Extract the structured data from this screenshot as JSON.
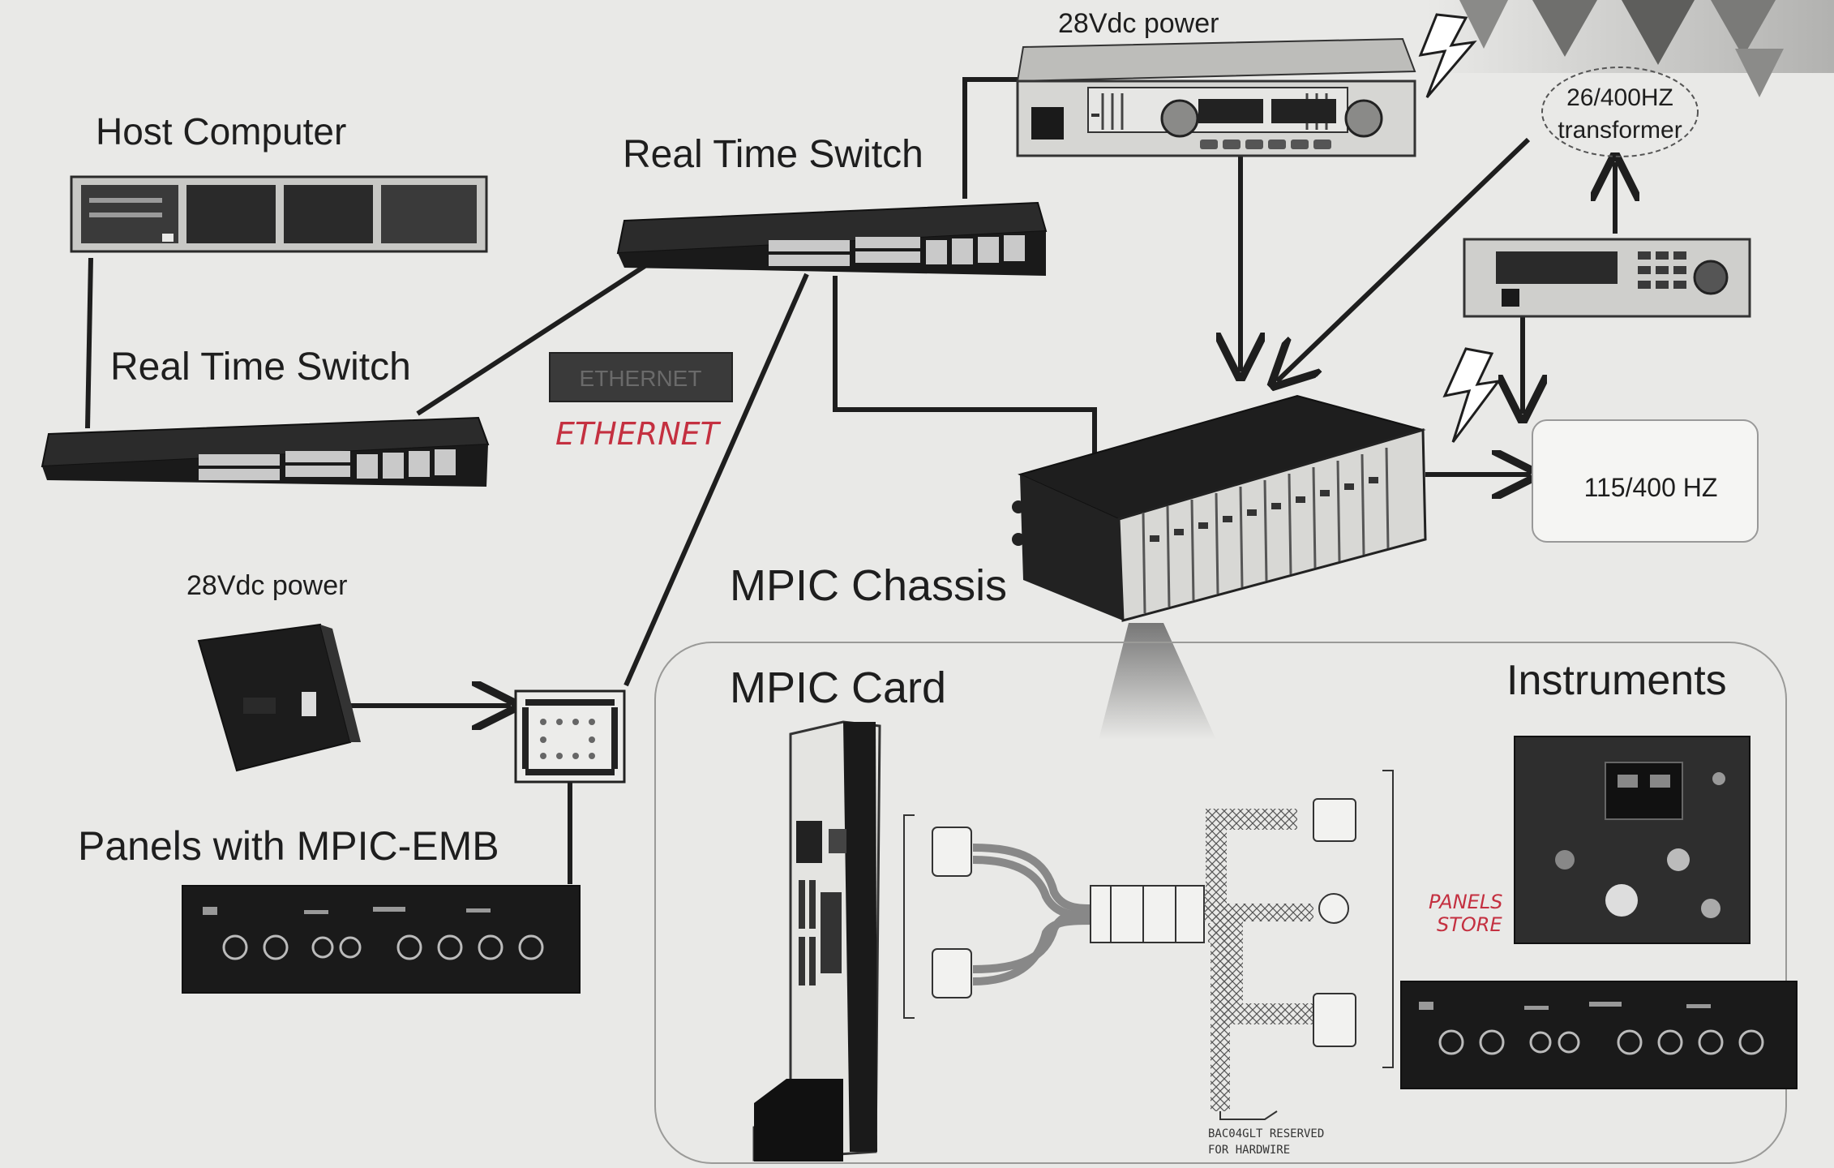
{
  "labels": {
    "host_computer": "Host Computer",
    "real_time_switch_left": "Real Time Switch",
    "real_time_switch_top": "Real Time Switch",
    "power_top": "28Vdc power",
    "power_left": "28Vdc power",
    "transformer_line1": "26/400HZ",
    "transformer_line2": "transformer",
    "output_115": "115/400 HZ",
    "ethernet_box": "ETHERNET",
    "ethernet_handwritten": "ETHERNET",
    "mpic_chassis": "MPIC Chassis",
    "mpic_card": "MPIC Card",
    "instruments": "Instruments",
    "panels_with_emb": "Panels with MPIC-EMB",
    "panels_store_line1": "PANELS",
    "panels_store_line2": "STORE",
    "cable_line1": "BAC04GLT RESERVED",
    "cable_line2": "FOR HARDWIRE"
  },
  "colors": {
    "paper": "#e9e9e7",
    "ink": "#1e1e1e",
    "device_dark": "#1c1c1c",
    "device_light": "#d9d9d6",
    "handwriting_red": "#c43040"
  }
}
